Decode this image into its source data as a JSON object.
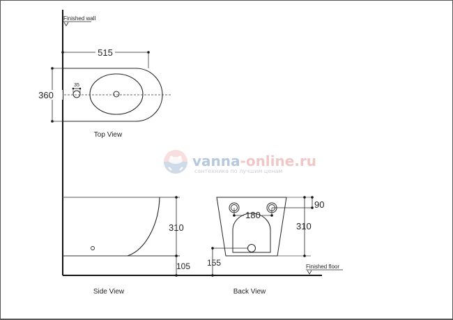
{
  "top_view": {
    "label": "Top View",
    "dim_length": "515",
    "dim_width": "360",
    "dim_hole": "35"
  },
  "side_view": {
    "label": "Side View",
    "dim_height": "310",
    "dim_floor": "105"
  },
  "back_view": {
    "label": "Back View",
    "dim_spacing": "180",
    "dim_top": "90",
    "dim_height": "310",
    "dim_floor": "155"
  },
  "annotations": {
    "finished_wall": "Finished wall",
    "finished_floor": "Finished floor"
  },
  "watermark": {
    "brand_prefix": "vanna",
    "brand_dash": "-",
    "brand_suffix": "online.ru",
    "tagline": "сантехника по лучшим ценам",
    "colors": {
      "blue": "#8aa8c8",
      "red": "#e8a0a0"
    }
  }
}
